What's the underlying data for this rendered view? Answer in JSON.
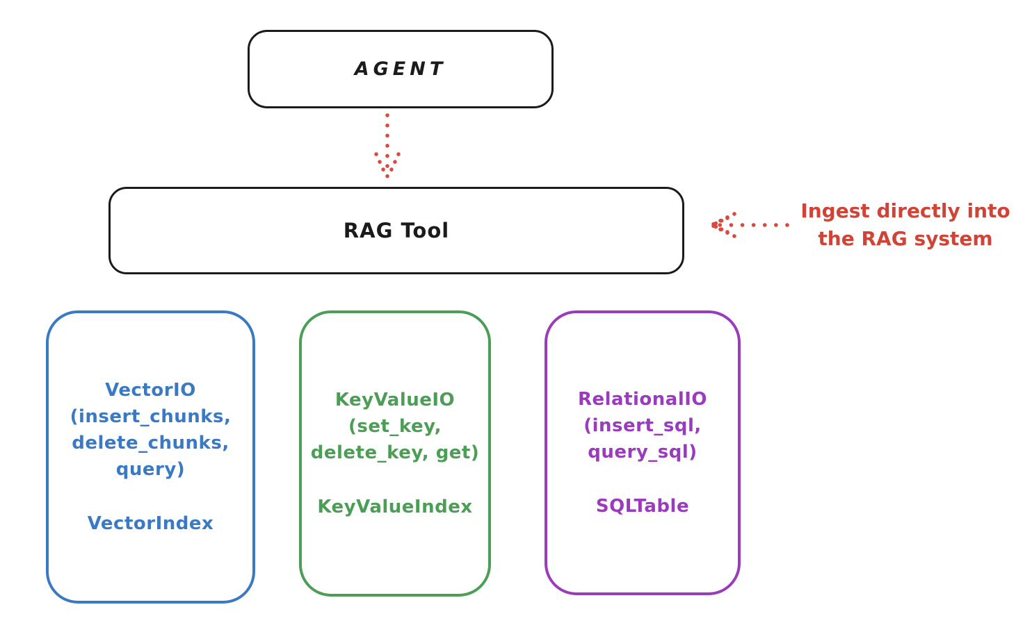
{
  "diagram": {
    "agent": {
      "label": "AGENT"
    },
    "rag_tool": {
      "label": "RAG Tool"
    },
    "annotation": {
      "line1": "Ingest directly into",
      "line2": "the RAG system"
    },
    "backends": [
      {
        "name": "vector-io",
        "color": "#3a79c3",
        "lines": [
          "VectorIO",
          "(insert_chunks,",
          "delete_chunks,",
          "query)"
        ],
        "index_label": "VectorIndex"
      },
      {
        "name": "keyvalue-io",
        "color": "#4c9d55",
        "lines": [
          "KeyValueIO",
          "(set_key,",
          "delete_key, get)"
        ],
        "index_label": "KeyValueIndex"
      },
      {
        "name": "relational-io",
        "color": "#9a3abc",
        "lines": [
          "RelationalIO",
          "(insert_sql,",
          "query_sql)"
        ],
        "index_label": "SQLTable"
      }
    ],
    "colors": {
      "stroke_black": "#1b1b1b",
      "arrow_red": "#d9493d",
      "annotation_red": "#cf4437"
    }
  }
}
